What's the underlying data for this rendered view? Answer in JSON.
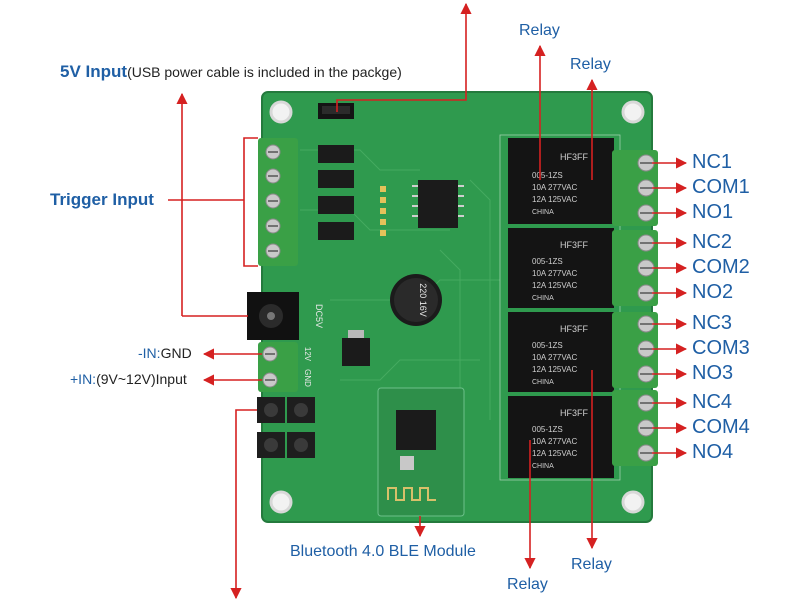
{
  "labels": {
    "input_5v": "5V Input",
    "input_5v_note": "(USB power cable is included in the packge)",
    "trigger_input": "Trigger Input",
    "gnd_prefix": "-IN:",
    "gnd_text": "GND",
    "vin_prefix": "+IN:",
    "vin_text": "(9V~12V)Input",
    "bluetooth": "Bluetooth 4.0 BLE Module",
    "relay_top_1": "Relay",
    "relay_top_2": "Relay",
    "relay_bottom_1": "Relay",
    "relay_bottom_2": "Relay"
  },
  "terminals": [
    {
      "label": "NC1"
    },
    {
      "label": "COM1"
    },
    {
      "label": "NO1"
    },
    {
      "label": "NC2"
    },
    {
      "label": "COM2"
    },
    {
      "label": "NO2"
    },
    {
      "label": "NC3"
    },
    {
      "label": "COM3"
    },
    {
      "label": "NO3"
    },
    {
      "label": "NC4"
    },
    {
      "label": "COM4"
    },
    {
      "label": "NO4"
    }
  ],
  "relay_markings": {
    "brand": "HF3FF",
    "model": "005-1ZS",
    "rating_1": "10A 277VAC",
    "rating_2": "12A 125VAC",
    "origin": "CHINA"
  },
  "pcb_markings": {
    "dc5v": "DC5V",
    "v12": "12V",
    "gnd": "GND",
    "cap": "220 16V"
  },
  "colors": {
    "label_blue": "#1f5fa5",
    "arrow_red": "#d52121",
    "pcb_green": "#2f9a4e",
    "relay_black": "#141414",
    "terminal_green": "#3aa046"
  }
}
